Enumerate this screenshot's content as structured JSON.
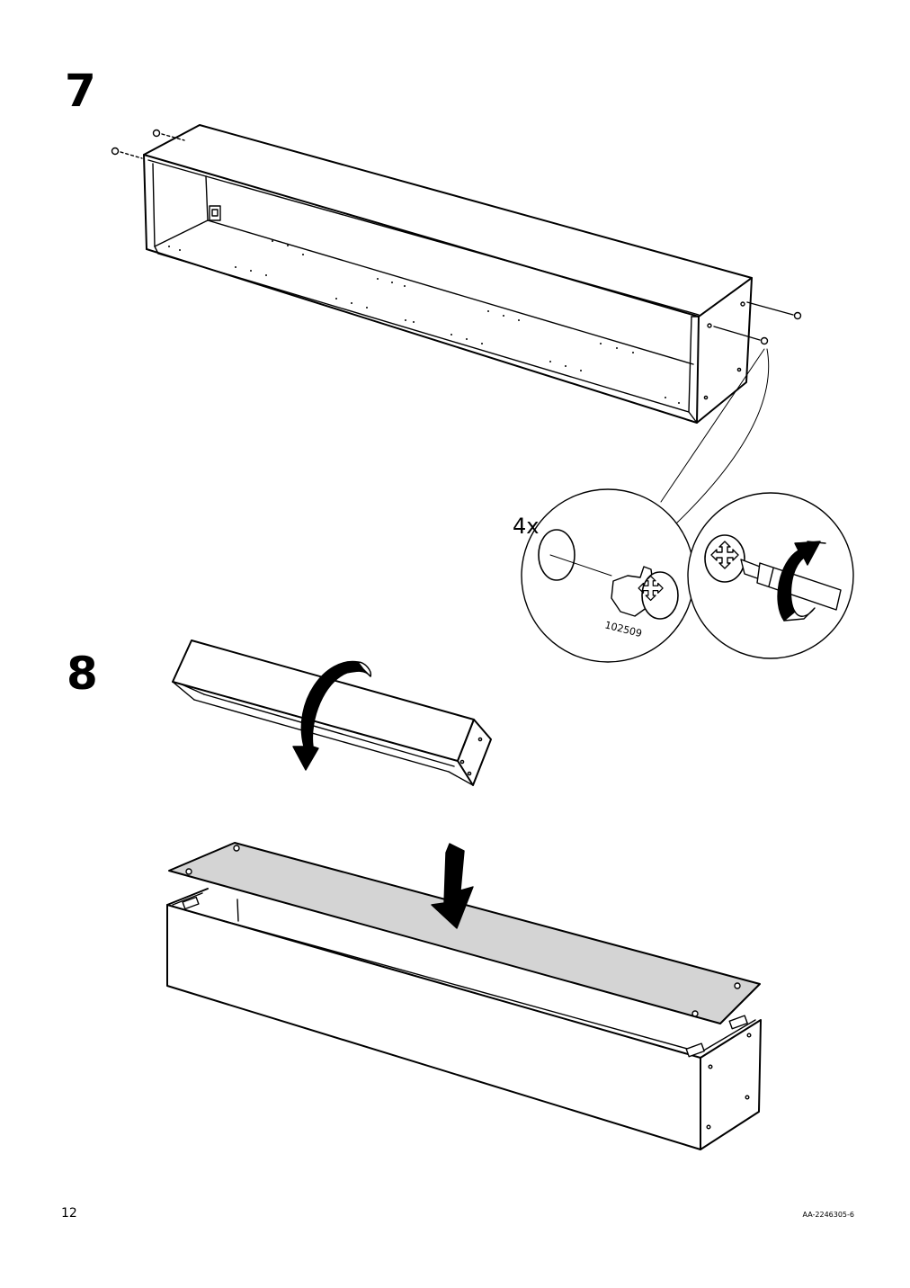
{
  "steps": [
    {
      "number": "7",
      "callout": {
        "quantity": "4x",
        "part_number": "102509"
      }
    },
    {
      "number": "8"
    }
  ],
  "footer": {
    "page_number": "12",
    "document_code": "AA-2246305-6"
  },
  "colors": {
    "line": "#000000",
    "panel_fill": "#d4d4d4",
    "paper": "#ffffff"
  },
  "icons": [
    "cam-lock-icon",
    "screwdriver-icon",
    "rotate-arrow-icon",
    "down-arrow-icon"
  ]
}
